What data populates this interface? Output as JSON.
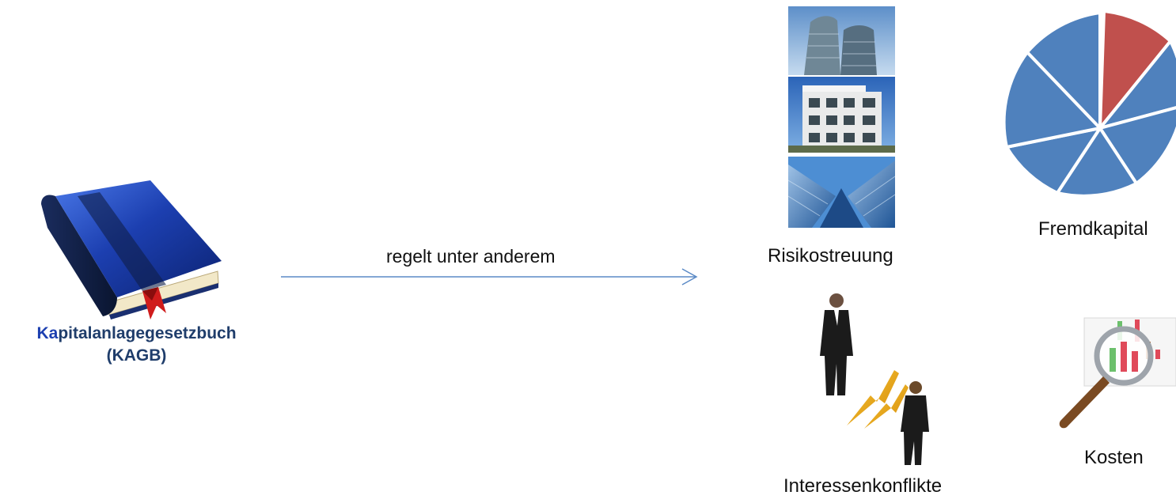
{
  "book": {
    "title_bold": "Ka",
    "title_rest": "pitalanlagegesetzbuch",
    "abbr": "(KAGB)"
  },
  "arrow": {
    "label": "regelt unter anderem",
    "color": "#5b8ac6"
  },
  "topics": {
    "risk": "Risikostreuung",
    "debt": "Fremdkapital",
    "conflicts": "Interessenkonflikte",
    "costs": "Kosten"
  },
  "colors": {
    "book_blue": "#1c3fb0",
    "pie_blue": "#4f81bd",
    "pie_red": "#c0504d",
    "title_blue": "#1f3d6b"
  },
  "icons": [
    "book-icon",
    "buildings-photos",
    "pie-chart-icon",
    "business-people-conflict-icon",
    "magnifier-chart-icon"
  ]
}
